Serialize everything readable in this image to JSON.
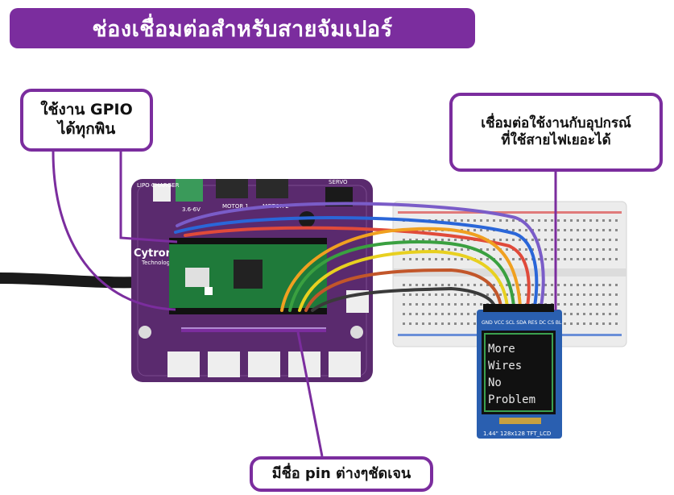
{
  "title": "ช่องเชื่อมต่อสำหรับสายจัมเปอร์",
  "callouts": {
    "gpio": {
      "line1": "ใช้งาน GPIO",
      "line2": "ได้ทุกพิน"
    },
    "wires": {
      "line1": "เชื่อมต่อใช้งานกับอุปกรณ์",
      "line2": "ที่ใช้สายไฟเยอะได้"
    },
    "pin": {
      "line1": "มีชื่อ pin ต่างๆชัดเจน"
    }
  },
  "board": {
    "brand": "Cytron",
    "brand_sub": "Technologies",
    "labels": [
      "MOTOR 1",
      "MOTOR 2",
      "3.6-6V",
      "SERVO",
      "LIPO CHARGER"
    ]
  },
  "lcd": {
    "lines": [
      "More",
      "Wires",
      "No",
      "Problem"
    ],
    "pin_header": "GND VCC SCL SDA RES DC CS BL",
    "footer": "1.44\" 128x128 TFT_LCD"
  },
  "colors": {
    "accent": "#7b2d9e",
    "board": "#5a2a6e",
    "breadboard": "#ececec",
    "lcd_pcb": "#2a5fb0"
  }
}
